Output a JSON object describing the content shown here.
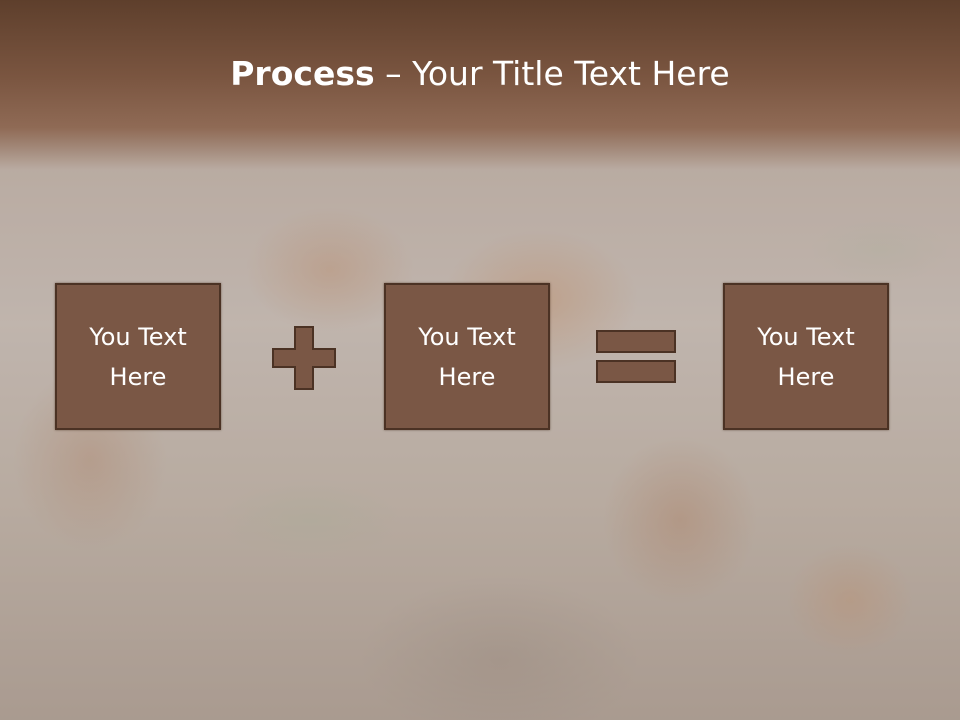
{
  "title": {
    "bold": "Process",
    "rest": " – Your Title Text Here"
  },
  "boxes": [
    {
      "text": "You Text Here"
    },
    {
      "text": "You Text Here"
    },
    {
      "text": "You Text Here"
    }
  ],
  "operators": [
    "plus-icon",
    "equals-icon"
  ],
  "colors": {
    "box_fill": "#7a5745",
    "box_border": "#4b3224",
    "operator_fill": "#7a5745",
    "title_band": "#6b4a37",
    "text": "#ffffff"
  }
}
